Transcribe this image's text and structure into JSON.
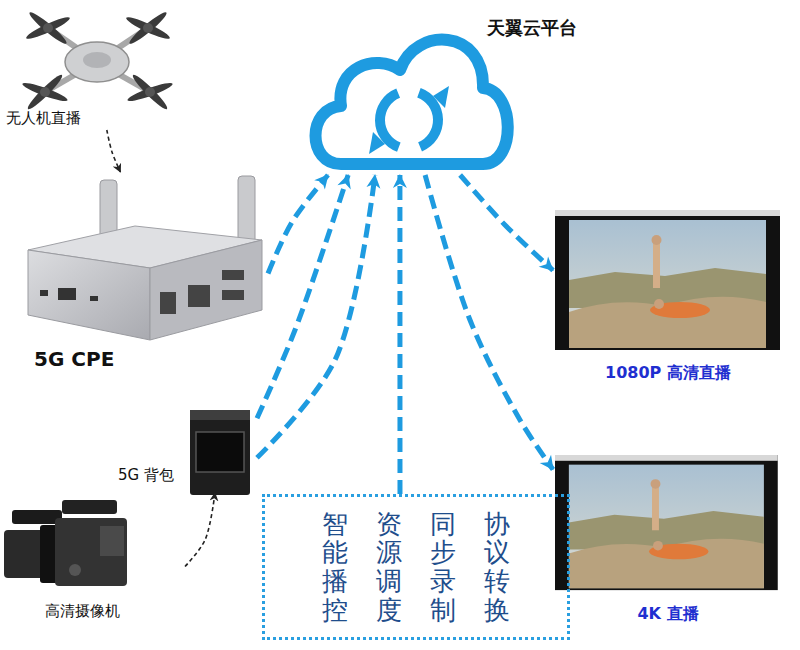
{
  "diagram": {
    "nodes": [
      {
        "text": [
          "天翼云平台"
        ]
      },
      {
        "text": [
          "无人机直播"
        ]
      },
      {
        "text": [
          "5G CPE"
        ]
      },
      {
        "text": [
          "1080P 高清直播"
        ]
      },
      {
        "text": [
          "5G 背包"
        ]
      },
      {
        "text": [
          "智能播控",
          "资源调度",
          "同步录制",
          "协议转换"
        ]
      },
      {
        "text": [
          "4K 直播"
        ]
      },
      {
        "text": [
          "高清摄像机"
        ]
      }
    ],
    "edges": [
      {
        "from": 1,
        "to": 2,
        "arrow": "to"
      },
      {
        "from": 2,
        "to": 0,
        "arrow": "to"
      },
      {
        "from": 4,
        "to": 0,
        "arrow": "to"
      },
      {
        "from": 4,
        "to": 0,
        "arrow": "to"
      },
      {
        "from": 5,
        "to": 0,
        "arrow": "to"
      },
      {
        "from": 0,
        "to": 3,
        "arrow": "to"
      },
      {
        "from": 0,
        "to": 6,
        "arrow": "to"
      },
      {
        "from": 7,
        "to": 4,
        "arrow": "to"
      }
    ]
  }
}
